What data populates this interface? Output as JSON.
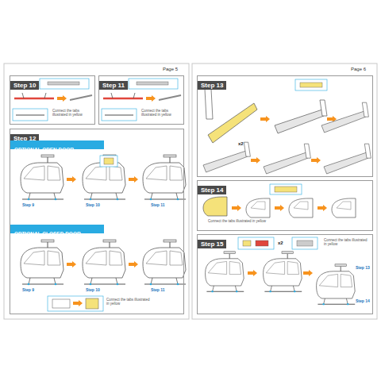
{
  "diagram": {
    "nodes": [
      {
        "text": [
          "Step 10"
        ]
      },
      {
        "text": [
          "Step 11"
        ]
      },
      {
        "text": [
          "Step 12"
        ]
      },
      {
        "text": [
          "OPTIONAL OPEN DOOR"
        ],
        "in": 2
      },
      {
        "text": [
          "OPTIONAL CLOSED DOOR"
        ],
        "in": 2
      },
      {
        "text": [
          "Step 13"
        ]
      },
      {
        "text": [
          "Step 14"
        ]
      },
      {
        "text": [
          "Step 15"
        ]
      }
    ],
    "labels": [
      "Page 5",
      "Page 6",
      "Connect the tabs illustrated in yellow",
      "Connect the tabs illustrated in yellow",
      "Connect the tabs illustrated in yellow",
      "Connect the tabs illustrated in yellow",
      "Connect the tabs illustrated in yellow",
      "Step 9",
      "Step 10",
      "Step 11",
      "Step 9",
      "Step 10",
      "Step 11",
      "x2",
      "x2",
      "Step 13",
      "Step 14"
    ]
  }
}
